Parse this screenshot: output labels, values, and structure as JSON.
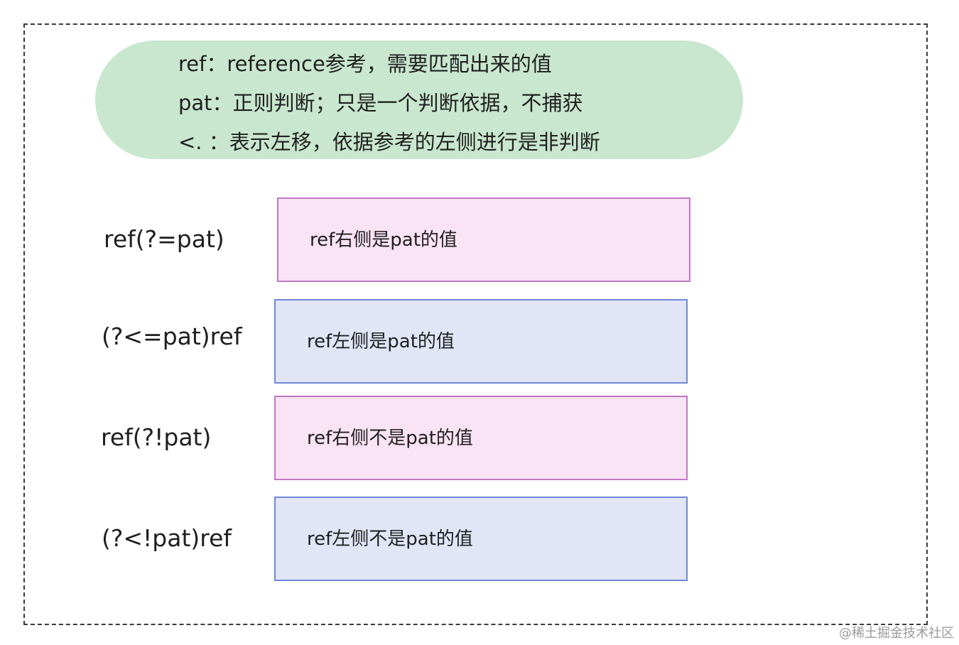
{
  "legend": {
    "lines": [
      "ref：reference参考，需要匹配出来的值",
      "pat：正则判断；只是一个判断依据，不捕获",
      "<. ：表示左移，依据参考的左侧进行是非判断"
    ]
  },
  "rows": [
    {
      "label": "ref(?=pat)",
      "text": "ref右侧是pat的值"
    },
    {
      "label": "(?<=pat)ref",
      "text": "ref左侧是pat的值"
    },
    {
      "label": "ref(?!pat)",
      "text": "ref右侧不是pat的值"
    },
    {
      "label": "(?<!pat)ref",
      "text": "ref左侧不是pat的值"
    }
  ],
  "watermark": "@稀土掘金技术社区",
  "colors": {
    "legend_fill": "#c9e7cf",
    "pink_fill": "#f9e3f4",
    "pink_border": "#c077c3",
    "blue_fill": "#e1e5f6",
    "blue_border": "#6f88d8"
  }
}
